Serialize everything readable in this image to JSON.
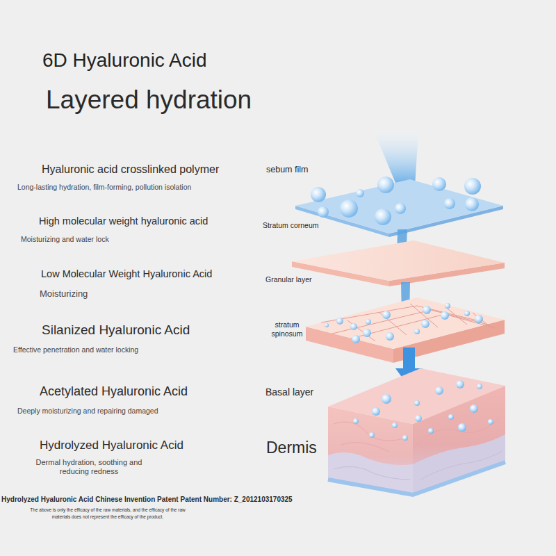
{
  "diagram": {
    "title": "6D Hyaluronic Acid",
    "labels": [
      "Layered hydration",
      "Hyaluronic acid crosslinked polymer",
      "Long-lasting hydration, film-forming, pollution isolation",
      "sebum film",
      "High molecular weight hyaluronic acid",
      "Moisturizing and water lock",
      "Stratum corneum",
      "Low Molecular Weight Hyaluronic Acid",
      "Moisturizing",
      "Granular layer",
      "Silanized Hyaluronic Acid",
      "Effective penetration and water locking",
      "stratum spinosum",
      "Acetylated Hyaluronic Acid",
      "Deeply moisturizing and repairing damaged",
      "Basal layer",
      "Hydrolyzed Hyaluronic Acid",
      "Dermal hydration, soothing and reducing redness",
      "Dermis",
      "Hydrolyzed Hyaluronic Acid Chinese Invention Patent Patent Number: Z_2012103170325",
      "The above is only the efficacy of the raw materials, and the efficacy of the raw materials does not represent the efficacy of the product."
    ]
  }
}
